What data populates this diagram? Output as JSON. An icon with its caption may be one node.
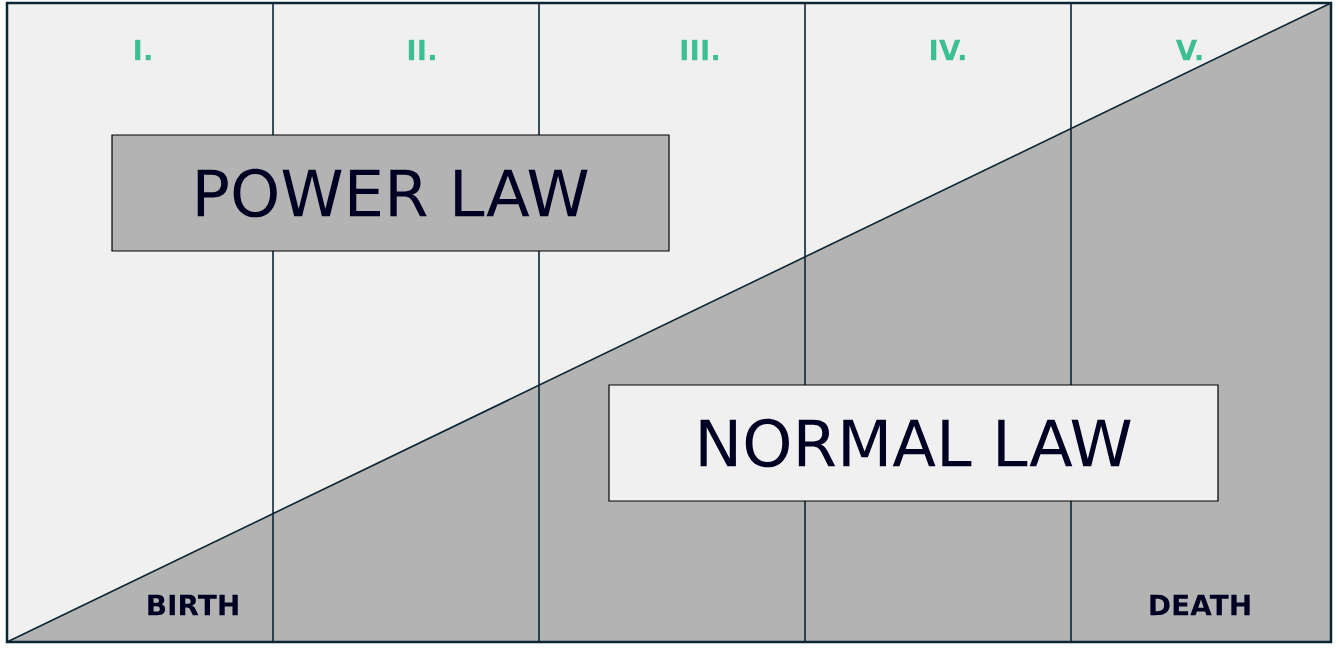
{
  "diagram": {
    "nodes": [
      {
        "text": [
          "POWER LAW"
        ]
      },
      {
        "text": [
          "NORMAL LAW"
        ]
      }
    ],
    "edges": [],
    "labels": [
      "I.",
      "II.",
      "III.",
      "IV.",
      "V.",
      "BIRTH",
      "DEATH"
    ]
  }
}
